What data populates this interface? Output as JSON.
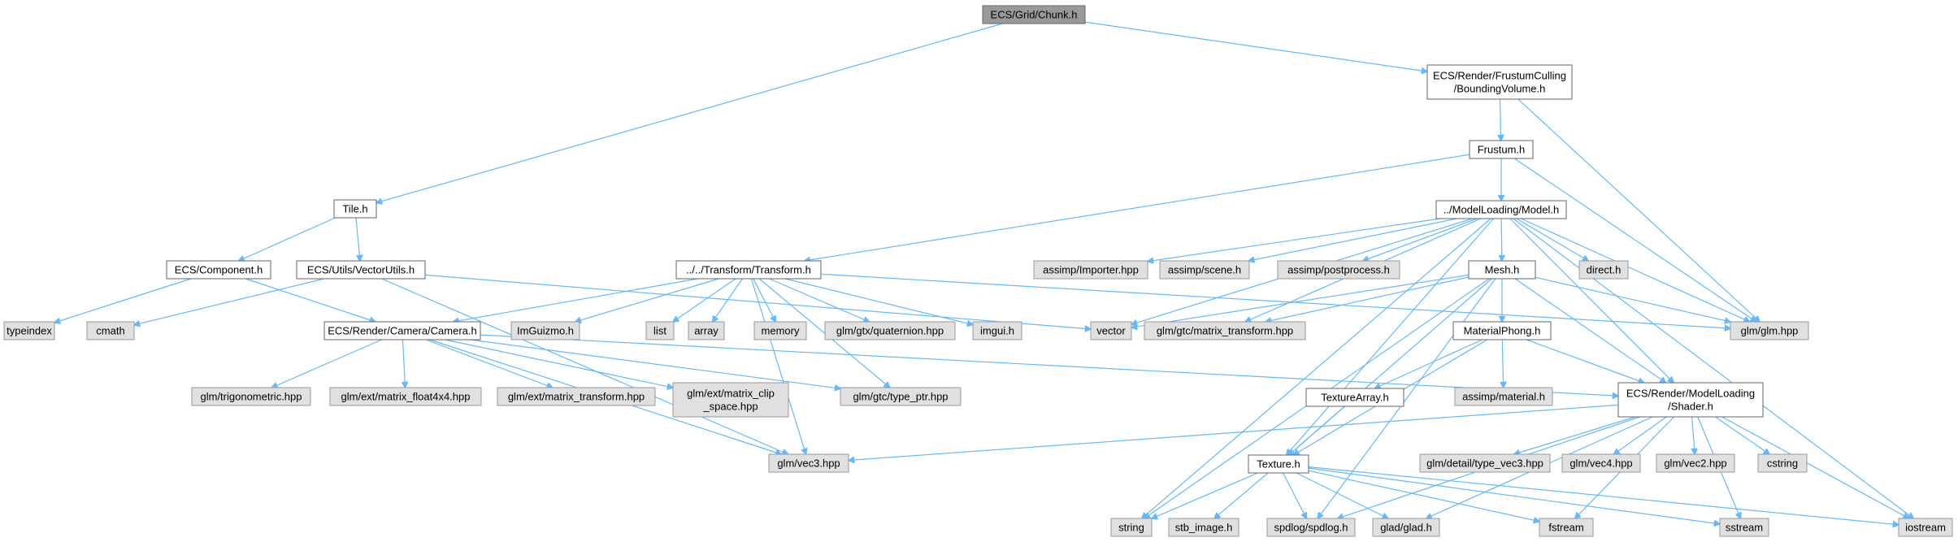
{
  "graph": {
    "colors": {
      "edge": "#63b8ff",
      "root_fill": "#999999",
      "root_border": "#666666",
      "documented_fill": "#ffffff",
      "documented_border": "#666666",
      "external_fill": "#e0e0e0",
      "external_border": "#999999"
    },
    "nodes": [
      {
        "id": "chunk",
        "lines": [
          "ECS/Grid/Chunk.h"
        ],
        "kind": "root"
      },
      {
        "id": "bv",
        "lines": [
          "ECS/Render/FrustumCulling",
          "/BoundingVolume.h"
        ],
        "kind": "documented"
      },
      {
        "id": "frustum",
        "lines": [
          "Frustum.h"
        ],
        "kind": "documented"
      },
      {
        "id": "model",
        "lines": [
          "../ModelLoading/Model.h"
        ],
        "kind": "documented"
      },
      {
        "id": "tile",
        "lines": [
          "Tile.h"
        ],
        "kind": "documented"
      },
      {
        "id": "component",
        "lines": [
          "ECS/Component.h"
        ],
        "kind": "documented"
      },
      {
        "id": "vectorutils",
        "lines": [
          "ECS/Utils/VectorUtils.h"
        ],
        "kind": "documented"
      },
      {
        "id": "transform",
        "lines": [
          "../../Transform/Transform.h"
        ],
        "kind": "documented"
      },
      {
        "id": "camera",
        "lines": [
          "ECS/Render/Camera/Camera.h"
        ],
        "kind": "documented"
      },
      {
        "id": "mesh",
        "lines": [
          "Mesh.h"
        ],
        "kind": "documented"
      },
      {
        "id": "materialphong",
        "lines": [
          "MaterialPhong.h"
        ],
        "kind": "documented"
      },
      {
        "id": "texturearray",
        "lines": [
          "TextureArray.h"
        ],
        "kind": "documented"
      },
      {
        "id": "shader",
        "lines": [
          "ECS/Render/ModelLoading",
          "/Shader.h"
        ],
        "kind": "documented"
      },
      {
        "id": "texture",
        "lines": [
          "Texture.h"
        ],
        "kind": "documented"
      },
      {
        "id": "typeindex",
        "lines": [
          "typeindex"
        ],
        "kind": "external"
      },
      {
        "id": "cmath",
        "lines": [
          "cmath"
        ],
        "kind": "external"
      },
      {
        "id": "imguizmo",
        "lines": [
          "ImGuizmo.h"
        ],
        "kind": "external"
      },
      {
        "id": "list",
        "lines": [
          "list"
        ],
        "kind": "external"
      },
      {
        "id": "array",
        "lines": [
          "array"
        ],
        "kind": "external"
      },
      {
        "id": "memory",
        "lines": [
          "memory"
        ],
        "kind": "external"
      },
      {
        "id": "quaternion",
        "lines": [
          "glm/gtx/quaternion.hpp"
        ],
        "kind": "external"
      },
      {
        "id": "imgui",
        "lines": [
          "imgui.h"
        ],
        "kind": "external"
      },
      {
        "id": "vector",
        "lines": [
          "vector"
        ],
        "kind": "external"
      },
      {
        "id": "gtcmt",
        "lines": [
          "glm/gtc/matrix_transform.hpp"
        ],
        "kind": "external"
      },
      {
        "id": "glmhpp",
        "lines": [
          "glm/glm.hpp"
        ],
        "kind": "external"
      },
      {
        "id": "importer",
        "lines": [
          "assimp/Importer.hpp"
        ],
        "kind": "external"
      },
      {
        "id": "scene",
        "lines": [
          "assimp/scene.h"
        ],
        "kind": "external"
      },
      {
        "id": "postprocess",
        "lines": [
          "assimp/postprocess.h"
        ],
        "kind": "external"
      },
      {
        "id": "direct",
        "lines": [
          "direct.h"
        ],
        "kind": "external"
      },
      {
        "id": "trig",
        "lines": [
          "glm/trigonometric.hpp"
        ],
        "kind": "external"
      },
      {
        "id": "mf4x4",
        "lines": [
          "glm/ext/matrix_float4x4.hpp"
        ],
        "kind": "external"
      },
      {
        "id": "extmt",
        "lines": [
          "glm/ext/matrix_transform.hpp"
        ],
        "kind": "external"
      },
      {
        "id": "clip",
        "lines": [
          "glm/ext/matrix_clip",
          "_space.hpp"
        ],
        "kind": "external"
      },
      {
        "id": "typeptr",
        "lines": [
          "glm/gtc/type_ptr.hpp"
        ],
        "kind": "external"
      },
      {
        "id": "material",
        "lines": [
          "assimp/material.h"
        ],
        "kind": "external"
      },
      {
        "id": "vec3",
        "lines": [
          "glm/vec3.hpp"
        ],
        "kind": "external"
      },
      {
        "id": "typevec3",
        "lines": [
          "glm/detail/type_vec3.hpp"
        ],
        "kind": "external"
      },
      {
        "id": "vec4",
        "lines": [
          "glm/vec4.hpp"
        ],
        "kind": "external"
      },
      {
        "id": "vec2",
        "lines": [
          "glm/vec2.hpp"
        ],
        "kind": "external"
      },
      {
        "id": "cstring",
        "lines": [
          "cstring"
        ],
        "kind": "external"
      },
      {
        "id": "string",
        "lines": [
          "string"
        ],
        "kind": "external"
      },
      {
        "id": "stbimage",
        "lines": [
          "stb_image.h"
        ],
        "kind": "external"
      },
      {
        "id": "spdlog",
        "lines": [
          "spdlog/spdlog.h"
        ],
        "kind": "external"
      },
      {
        "id": "glad",
        "lines": [
          "glad/glad.h"
        ],
        "kind": "external"
      },
      {
        "id": "fstream",
        "lines": [
          "fstream"
        ],
        "kind": "external"
      },
      {
        "id": "sstream",
        "lines": [
          "sstream"
        ],
        "kind": "external"
      },
      {
        "id": "iostream",
        "lines": [
          "iostream"
        ],
        "kind": "external"
      }
    ],
    "edges": [
      [
        "chunk",
        "bv"
      ],
      [
        "chunk",
        "tile"
      ],
      [
        "bv",
        "frustum"
      ],
      [
        "bv",
        "glmhpp"
      ],
      [
        "frustum",
        "model"
      ],
      [
        "frustum",
        "transform"
      ],
      [
        "frustum",
        "glmhpp"
      ],
      [
        "tile",
        "component"
      ],
      [
        "tile",
        "vectorutils"
      ],
      [
        "component",
        "typeindex"
      ],
      [
        "component",
        "camera"
      ],
      [
        "vectorutils",
        "cmath"
      ],
      [
        "vectorutils",
        "vec3"
      ],
      [
        "vectorutils",
        "vector"
      ],
      [
        "transform",
        "camera"
      ],
      [
        "transform",
        "imguizmo"
      ],
      [
        "transform",
        "list"
      ],
      [
        "transform",
        "array"
      ],
      [
        "transform",
        "memory"
      ],
      [
        "transform",
        "quaternion"
      ],
      [
        "transform",
        "imgui"
      ],
      [
        "transform",
        "glmhpp"
      ],
      [
        "transform",
        "typeptr"
      ],
      [
        "transform",
        "vec3"
      ],
      [
        "camera",
        "trig"
      ],
      [
        "camera",
        "mf4x4"
      ],
      [
        "camera",
        "extmt"
      ],
      [
        "camera",
        "clip"
      ],
      [
        "camera",
        "typeptr"
      ],
      [
        "camera",
        "shader"
      ],
      [
        "camera",
        "vec3"
      ],
      [
        "model",
        "importer"
      ],
      [
        "model",
        "scene"
      ],
      [
        "model",
        "postprocess"
      ],
      [
        "model",
        "direct"
      ],
      [
        "model",
        "mesh"
      ],
      [
        "model",
        "vector"
      ],
      [
        "model",
        "gtcmt"
      ],
      [
        "model",
        "glmhpp"
      ],
      [
        "model",
        "string"
      ],
      [
        "model",
        "shader"
      ],
      [
        "model",
        "texture"
      ],
      [
        "model",
        "iostream"
      ],
      [
        "mesh",
        "materialphong"
      ],
      [
        "mesh",
        "vector"
      ],
      [
        "mesh",
        "gtcmt"
      ],
      [
        "mesh",
        "glmhpp"
      ],
      [
        "mesh",
        "shader"
      ],
      [
        "mesh",
        "texture"
      ],
      [
        "mesh",
        "string"
      ],
      [
        "mesh",
        "spdlog"
      ],
      [
        "materialphong",
        "texturearray"
      ],
      [
        "materialphong",
        "material"
      ],
      [
        "materialphong",
        "shader"
      ],
      [
        "materialphong",
        "texture"
      ],
      [
        "texturearray",
        "texture"
      ],
      [
        "shader",
        "vec3"
      ],
      [
        "shader",
        "typevec3"
      ],
      [
        "shader",
        "vec4"
      ],
      [
        "shader",
        "vec2"
      ],
      [
        "shader",
        "cstring"
      ],
      [
        "shader",
        "iostream"
      ],
      [
        "shader",
        "sstream"
      ],
      [
        "shader",
        "fstream"
      ],
      [
        "shader",
        "glad"
      ],
      [
        "shader",
        "spdlog"
      ],
      [
        "texture",
        "string"
      ],
      [
        "texture",
        "stbimage"
      ],
      [
        "texture",
        "spdlog"
      ],
      [
        "texture",
        "glad"
      ],
      [
        "texture",
        "fstream"
      ],
      [
        "texture",
        "sstream"
      ],
      [
        "texture",
        "iostream"
      ]
    ]
  }
}
